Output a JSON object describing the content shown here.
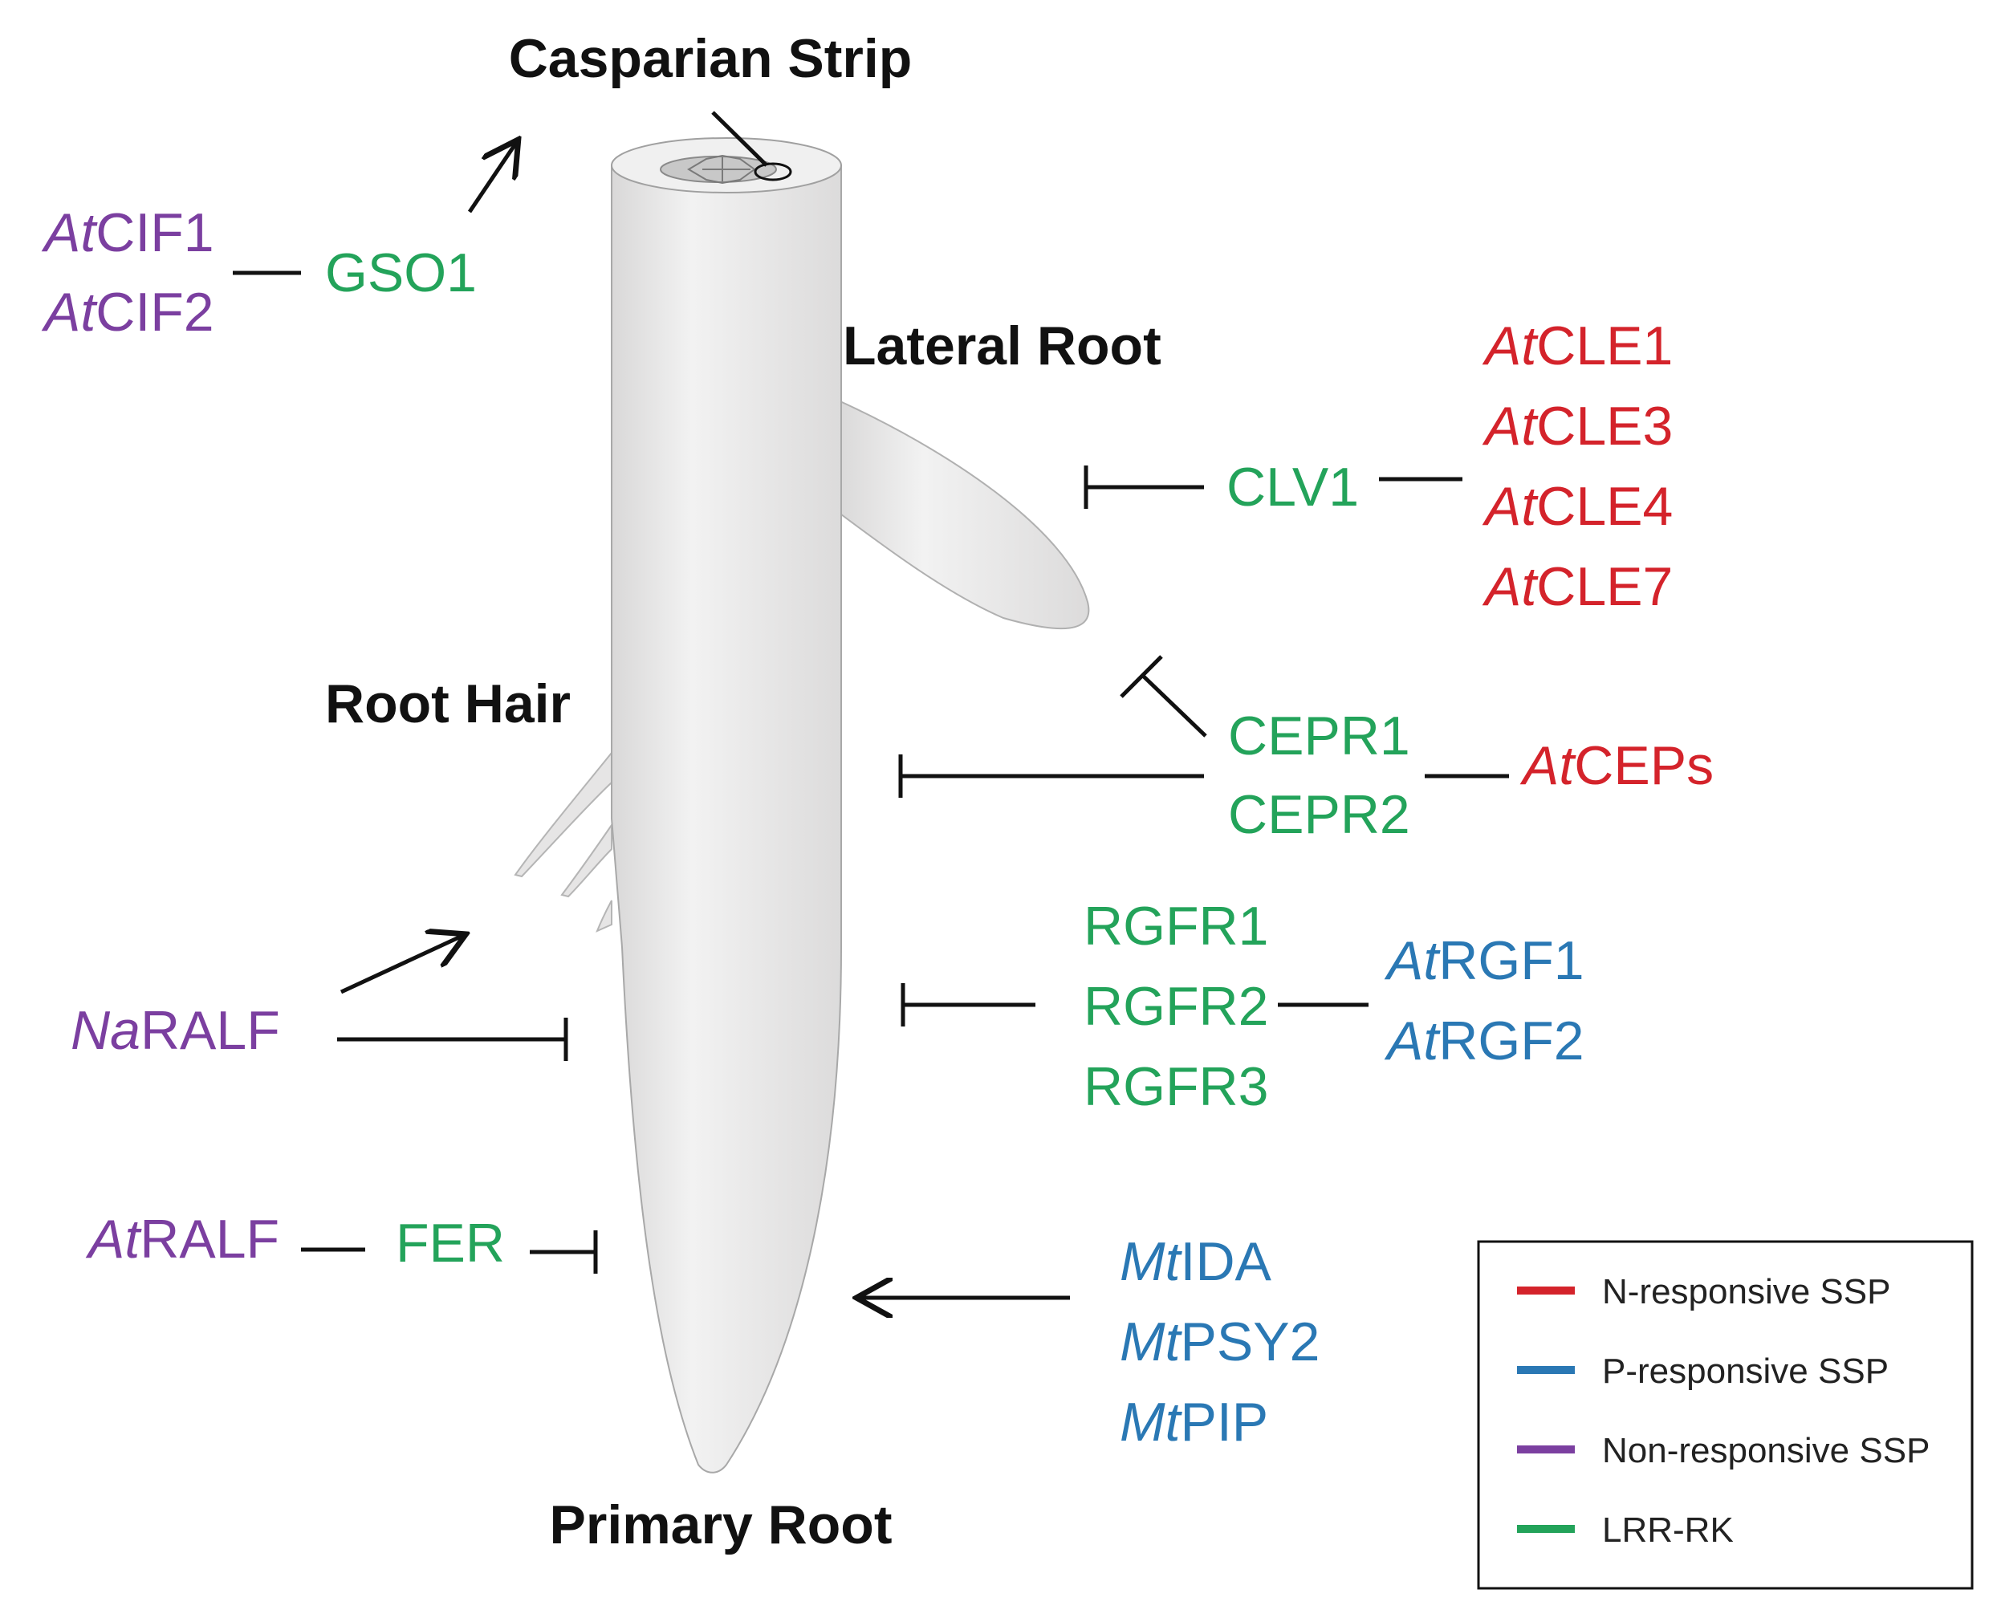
{
  "colors": {
    "n_responsive": "#d4232b",
    "p_responsive": "#2a78b4",
    "non_responsive": "#7b3fa0",
    "lrr_rk": "#23a35a",
    "root_fill": "#e9e8e8",
    "root_stroke": "#9a9a9a",
    "line": "#111111"
  },
  "labels": {
    "casparian_strip": "Casparian Strip",
    "lateral_root": "Lateral Root",
    "root_hair": "Root Hair",
    "primary_root": "Primary Root"
  },
  "peptides": {
    "atcif1": {
      "prefix": "At",
      "rest": "CIF1"
    },
    "atcif2": {
      "prefix": "At",
      "rest": "CIF2"
    },
    "atcle1": {
      "prefix": "At",
      "rest": "CLE1"
    },
    "atcle3": {
      "prefix": "At",
      "rest": "CLE3"
    },
    "atcle4": {
      "prefix": "At",
      "rest": "CLE4"
    },
    "atcle7": {
      "prefix": "At",
      "rest": "CLE7"
    },
    "atceps": {
      "prefix": "At",
      "rest": "CEPs"
    },
    "atrgf1": {
      "prefix": "At",
      "rest": "RGF1"
    },
    "atrgf2": {
      "prefix": "At",
      "rest": "RGF2"
    },
    "naralf": {
      "prefix": "Na",
      "rest": "RALF"
    },
    "atralf": {
      "prefix": "At",
      "rest": "RALF"
    },
    "mtida": {
      "prefix": "Mt",
      "rest": "IDA"
    },
    "mtpsy2": {
      "prefix": "Mt",
      "rest": "PSY2"
    },
    "mtpip": {
      "prefix": "Mt",
      "rest": "PIP"
    }
  },
  "receptors": {
    "gso1": "GSO1",
    "clv1": "CLV1",
    "cepr1": "CEPR1",
    "cepr2": "CEPR2",
    "rgfr1": "RGFR1",
    "rgfr2": "RGFR2",
    "rgfr3": "RGFR3",
    "fer": "FER"
  },
  "legend": {
    "items": [
      {
        "label": "N-responsive SSP",
        "color": "#d4232b"
      },
      {
        "label": "P-responsive SSP",
        "color": "#2a78b4"
      },
      {
        "label": "Non-responsive SSP",
        "color": "#7b3fa0"
      },
      {
        "label": "LRR-RK",
        "color": "#23a35a"
      }
    ]
  }
}
